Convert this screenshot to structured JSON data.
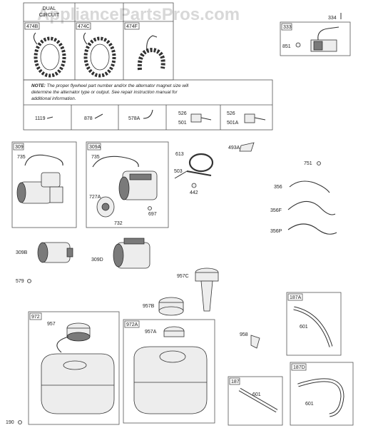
{
  "watermark": "AppliancePartsPros.com",
  "headers": {
    "dual_circuit_1": "DUAL",
    "dual_circuit_2": "CIRCUIT"
  },
  "note": {
    "prefix": "NOTE:",
    "line1": " The proper flywheel part number and/or the alternator magnet size will",
    "line2": "determine the alternator type or output. See repair instruction manual for",
    "line3": "additional information."
  },
  "boxes": {
    "b474b": "474B",
    "b474c": "474C",
    "b474f": "474F",
    "b333": "333",
    "b309": "309",
    "b309a": "309A",
    "b972": "972",
    "b972a": "972A",
    "b187a": "187A",
    "b187": "187",
    "b187d": "187D"
  },
  "labels": {
    "p334": "334",
    "p851": "851",
    "p1119": "1119",
    "p878": "878",
    "p578a": "578A",
    "p526a": "526",
    "p501": "501",
    "p526b": "526",
    "p501a": "501A",
    "p735a": "735",
    "p735b": "735",
    "p727a": "727A",
    "p697": "697",
    "p732": "732",
    "p613": "613",
    "p503": "503",
    "p442": "442",
    "p493a": "493A",
    "p751": "751",
    "p356": "356",
    "p356f": "356F",
    "p356p": "356P",
    "p309b": "309B",
    "p579": "579",
    "p309d": "309D",
    "p957c": "957C",
    "p957b": "957B",
    "p957": "957",
    "p957a": "957A",
    "p958": "958",
    "p601a": "601",
    "p601b": "601",
    "p601c": "601",
    "p190": "190"
  }
}
